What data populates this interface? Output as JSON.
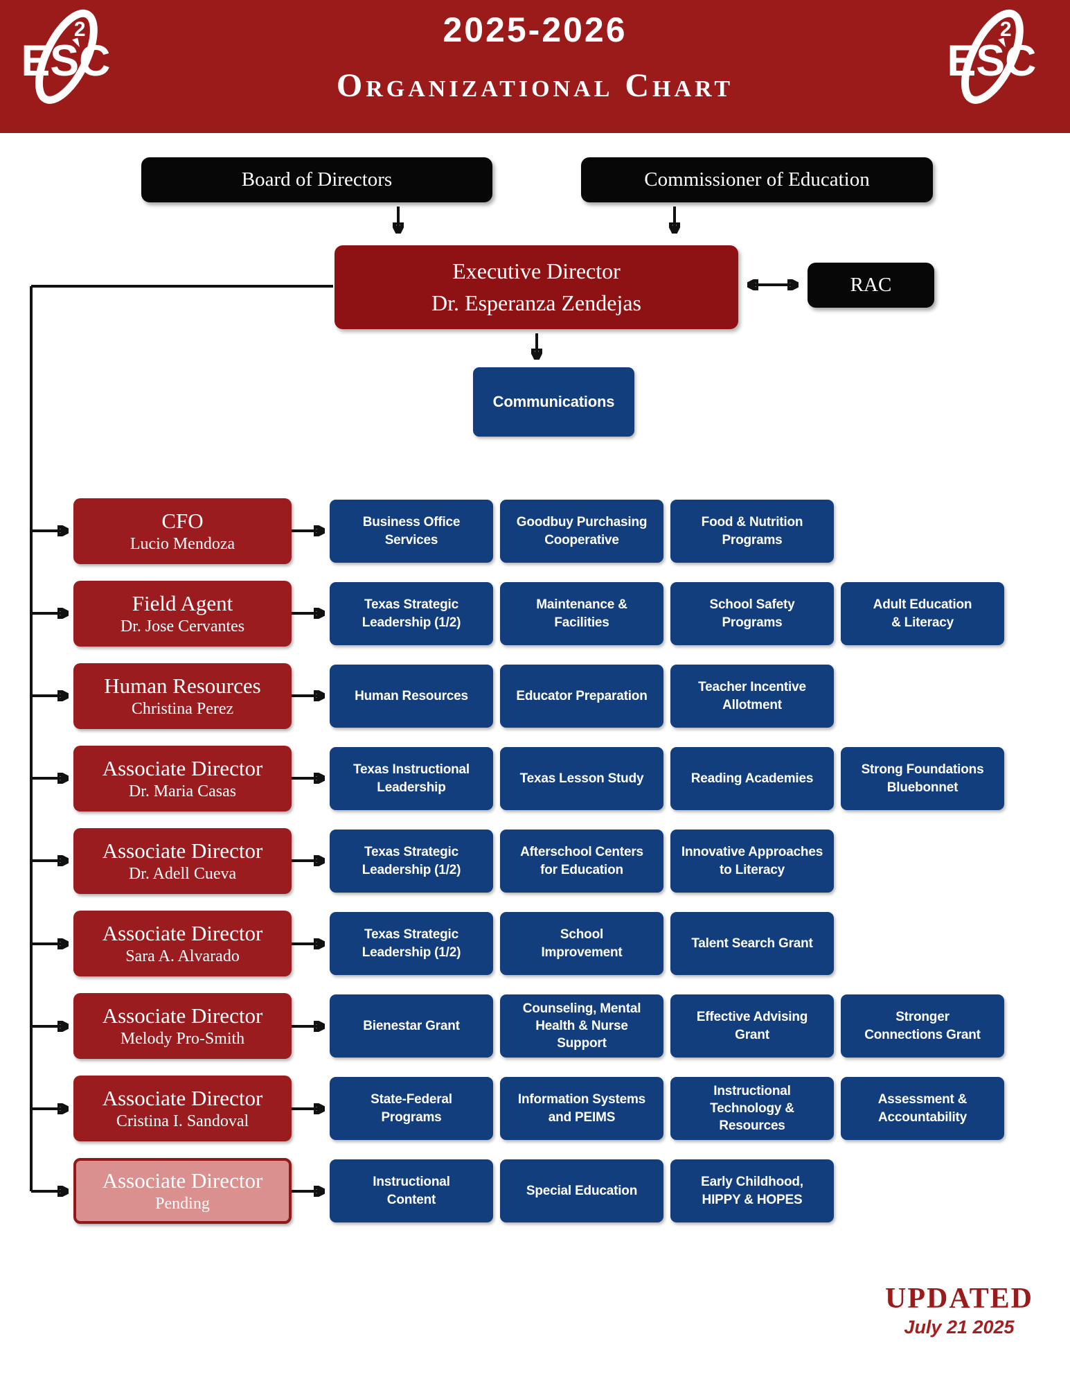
{
  "header": {
    "year": "2025-2026",
    "title": "Organizational Chart",
    "logo_text": "ESC",
    "logo_superscript": "2"
  },
  "top": {
    "board": "Board of Directors",
    "commissioner": "Commissioner of Education",
    "executive": {
      "title": "Executive Director",
      "name": "Dr. Esperanza Zendejas"
    },
    "rac": "RAC",
    "communications": "Communications"
  },
  "rows": [
    {
      "role": "CFO",
      "person": "Lucio Mendoza",
      "programs": [
        "Business Office\nServices",
        "Goodbuy Purchasing\nCooperative",
        "Food & Nutrition\nPrograms"
      ]
    },
    {
      "role": "Field Agent",
      "person": "Dr. Jose Cervantes",
      "programs": [
        "Texas Strategic\nLeadership (1/2)",
        "Maintenance &\nFacilities",
        "School Safety\nPrograms",
        "Adult Education\n& Literacy"
      ]
    },
    {
      "role": "Human Resources",
      "person": "Christina Perez",
      "programs": [
        "Human Resources",
        "Educator Preparation",
        "Teacher Incentive\nAllotment"
      ]
    },
    {
      "role": "Associate Director",
      "person": "Dr. Maria Casas",
      "programs": [
        "Texas Instructional\nLeadership",
        "Texas Lesson Study",
        "Reading Academies",
        "Strong Foundations\nBluebonnet"
      ]
    },
    {
      "role": "Associate Director",
      "person": "Dr. Adell Cueva",
      "programs": [
        "Texas Strategic\nLeadership (1/2)",
        "Afterschool Centers\nfor Education",
        "Innovative Approaches\nto Literacy"
      ]
    },
    {
      "role": "Associate Director",
      "person": "Sara A. Alvarado",
      "programs": [
        "Texas Strategic\nLeadership (1/2)",
        "School\nImprovement",
        "Talent Search Grant"
      ]
    },
    {
      "role": "Associate Director",
      "person": "Melody Pro-Smith",
      "programs": [
        "Bienestar Grant",
        "Counseling, Mental\nHealth & Nurse\nSupport",
        "Effective Advising\nGrant",
        "Stronger\nConnections Grant"
      ]
    },
    {
      "role": "Associate Director",
      "person": "Cristina I. Sandoval",
      "programs": [
        "State-Federal\nPrograms",
        "Information Systems\nand PEIMS",
        "Instructional\nTechnology &\nResources",
        "Assessment &\nAccountability"
      ]
    },
    {
      "role": "Associate Director",
      "person": "Pending",
      "programs": [
        "Instructional\nContent",
        "Special Education",
        "Early Childhood,\nHIPPY & HOPES"
      ]
    }
  ],
  "footer": {
    "updated_label": "UPDATED",
    "updated_date": "July 21 2025"
  },
  "colors": {
    "header_red": "#9B1B1B",
    "box_red": "#9B1C1F",
    "exec_red": "#8E1214",
    "navy_blue": "#123E7D",
    "black": "#070707",
    "pending_pink": "#D9908E"
  }
}
